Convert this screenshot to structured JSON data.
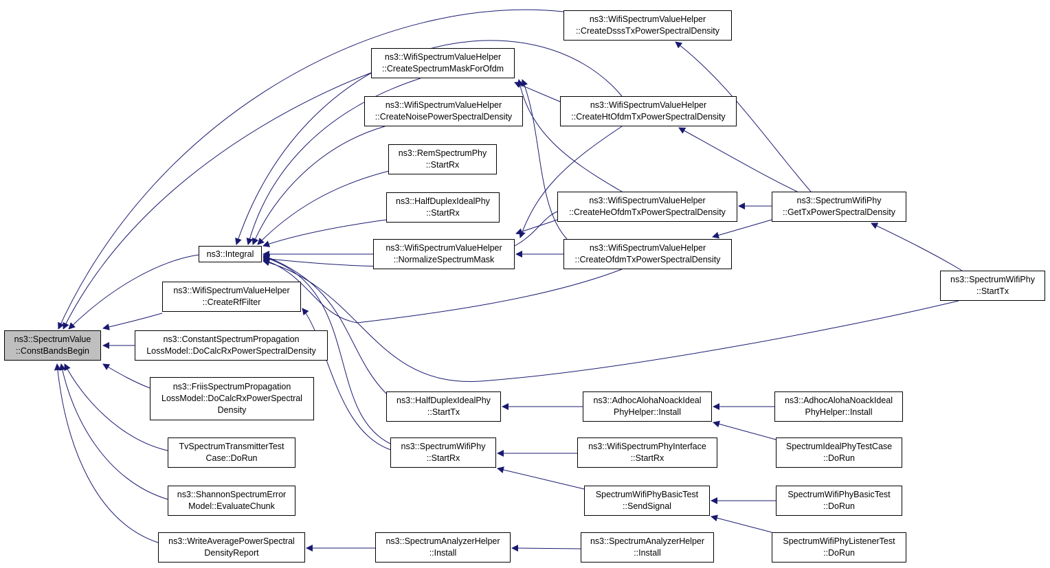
{
  "root_id": "n0",
  "nodes": [
    {
      "id": "n0",
      "lines": [
        "ns3::SpectrumValue",
        "::ConstBandsBegin"
      ]
    },
    {
      "id": "n1",
      "lines": [
        "ns3::Integral"
      ]
    },
    {
      "id": "n2",
      "lines": [
        "ns3::WifiSpectrumValueHelper",
        "::CreateRfFilter"
      ]
    },
    {
      "id": "n3",
      "lines": [
        "ns3::ConstantSpectrumPropagation",
        "LossModel::DoCalcRxPowerSpectralDensity"
      ]
    },
    {
      "id": "n4",
      "lines": [
        "ns3::FriisSpectrumPropagation",
        "LossModel::DoCalcRxPowerSpectral",
        "Density"
      ]
    },
    {
      "id": "n5",
      "lines": [
        "TvSpectrumTransmitterTest",
        "Case::DoRun"
      ]
    },
    {
      "id": "n6",
      "lines": [
        "ns3::ShannonSpectrumError",
        "Model::EvaluateChunk"
      ]
    },
    {
      "id": "n7",
      "lines": [
        "ns3::WriteAveragePowerSpectral",
        "DensityReport"
      ]
    },
    {
      "id": "n8",
      "lines": [
        "ns3::WifiSpectrumValueHelper",
        "::CreateSpectrumMaskForOfdm"
      ]
    },
    {
      "id": "n9",
      "lines": [
        "ns3::WifiSpectrumValueHelper",
        "::CreateNoisePowerSpectralDensity"
      ]
    },
    {
      "id": "n10",
      "lines": [
        "ns3::RemSpectrumPhy",
        "::StartRx"
      ]
    },
    {
      "id": "n11",
      "lines": [
        "ns3::HalfDuplexIdealPhy",
        "::StartRx"
      ]
    },
    {
      "id": "n12",
      "lines": [
        "ns3::WifiSpectrumValueHelper",
        "::NormalizeSpectrumMask"
      ]
    },
    {
      "id": "n13",
      "lines": [
        "ns3::HalfDuplexIdealPhy",
        "::StartTx"
      ]
    },
    {
      "id": "n14",
      "lines": [
        "ns3::SpectrumWifiPhy",
        "::StartRx"
      ]
    },
    {
      "id": "n15",
      "lines": [
        "ns3::SpectrumAnalyzerHelper",
        "::Install"
      ]
    },
    {
      "id": "n16",
      "lines": [
        "ns3::WifiSpectrumValueHelper",
        "::CreateDsssTxPowerSpectralDensity"
      ]
    },
    {
      "id": "n17",
      "lines": [
        "ns3::WifiSpectrumValueHelper",
        "::CreateHtOfdmTxPowerSpectralDensity"
      ]
    },
    {
      "id": "n18",
      "lines": [
        "ns3::WifiSpectrumValueHelper",
        "::CreateHeOfdmTxPowerSpectralDensity"
      ]
    },
    {
      "id": "n19",
      "lines": [
        "ns3::WifiSpectrumValueHelper",
        "::CreateOfdmTxPowerSpectralDensity"
      ]
    },
    {
      "id": "n20",
      "lines": [
        "ns3::AdhocAlohaNoackIdeal",
        "PhyHelper::Install"
      ]
    },
    {
      "id": "n21",
      "lines": [
        "ns3::WifiSpectrumPhyInterface",
        "::StartRx"
      ]
    },
    {
      "id": "n22",
      "lines": [
        "SpectrumWifiPhyBasicTest",
        "::SendSignal"
      ]
    },
    {
      "id": "n23",
      "lines": [
        "ns3::SpectrumAnalyzerHelper",
        "::Install"
      ]
    },
    {
      "id": "n24",
      "lines": [
        "ns3::SpectrumWifiPhy",
        "::GetTxPowerSpectralDensity"
      ]
    },
    {
      "id": "n25",
      "lines": [
        "ns3::SpectrumWifiPhy",
        "::StartTx"
      ]
    },
    {
      "id": "n26",
      "lines": [
        "ns3::AdhocAlohaNoackIdeal",
        "PhyHelper::Install"
      ]
    },
    {
      "id": "n27",
      "lines": [
        "SpectrumIdealPhyTestCase",
        "::DoRun"
      ]
    },
    {
      "id": "n28",
      "lines": [
        "SpectrumWifiPhyBasicTest",
        "::DoRun"
      ]
    },
    {
      "id": "n29",
      "lines": [
        "SpectrumWifiPhyListenerTest",
        "::DoRun"
      ]
    }
  ],
  "edges": [
    {
      "from": "n1",
      "to": "n0"
    },
    {
      "from": "n2",
      "to": "n0"
    },
    {
      "from": "n3",
      "to": "n0"
    },
    {
      "from": "n4",
      "to": "n0"
    },
    {
      "from": "n5",
      "to": "n0"
    },
    {
      "from": "n6",
      "to": "n0"
    },
    {
      "from": "n7",
      "to": "n0"
    },
    {
      "from": "n8",
      "to": "n0"
    },
    {
      "from": "n16",
      "to": "n0"
    },
    {
      "from": "n8",
      "to": "n1"
    },
    {
      "from": "n9",
      "to": "n1"
    },
    {
      "from": "n10",
      "to": "n1"
    },
    {
      "from": "n11",
      "to": "n1"
    },
    {
      "from": "n12",
      "to": "n1"
    },
    {
      "from": "n13",
      "to": "n1"
    },
    {
      "from": "n14",
      "to": "n1"
    },
    {
      "from": "n17",
      "to": "n1"
    },
    {
      "from": "n18",
      "to": "n1"
    },
    {
      "from": "n19",
      "to": "n1"
    },
    {
      "from": "n25",
      "to": "n1"
    },
    {
      "from": "n14",
      "to": "n2"
    },
    {
      "from": "n15",
      "to": "n7"
    },
    {
      "from": "n17",
      "to": "n8"
    },
    {
      "from": "n18",
      "to": "n8"
    },
    {
      "from": "n19",
      "to": "n8"
    },
    {
      "from": "n17",
      "to": "n12"
    },
    {
      "from": "n18",
      "to": "n12"
    },
    {
      "from": "n19",
      "to": "n12"
    },
    {
      "from": "n20",
      "to": "n13"
    },
    {
      "from": "n21",
      "to": "n14"
    },
    {
      "from": "n22",
      "to": "n14"
    },
    {
      "from": "n23",
      "to": "n15"
    },
    {
      "from": "n24",
      "to": "n16"
    },
    {
      "from": "n24",
      "to": "n17"
    },
    {
      "from": "n24",
      "to": "n18"
    },
    {
      "from": "n24",
      "to": "n19"
    },
    {
      "from": "n25",
      "to": "n24"
    },
    {
      "from": "n26",
      "to": "n20"
    },
    {
      "from": "n27",
      "to": "n20"
    },
    {
      "from": "n28",
      "to": "n22"
    },
    {
      "from": "n29",
      "to": "n22"
    }
  ],
  "colors": {
    "edge": "#191970",
    "root_fill": "#bfbfbf",
    "node_fill": "#ffffff",
    "border": "#000000"
  }
}
